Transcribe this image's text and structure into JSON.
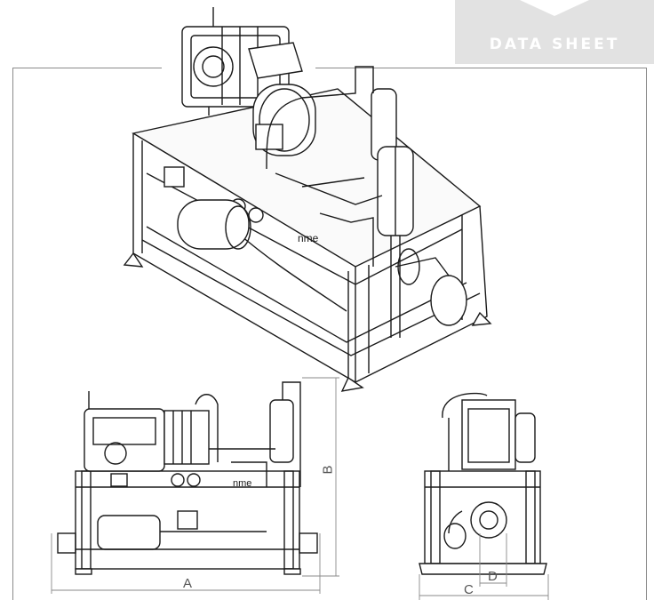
{
  "header": {
    "tab_label": "DATA SHEET"
  },
  "drawing": {
    "brand_label": "nme",
    "dimensions": {
      "a": "A",
      "b": "B",
      "c": "C",
      "d": "D"
    }
  },
  "colors": {
    "tab": "#e2e2e2",
    "frame": "#8a8a8a",
    "line": "#1a1a1a"
  }
}
